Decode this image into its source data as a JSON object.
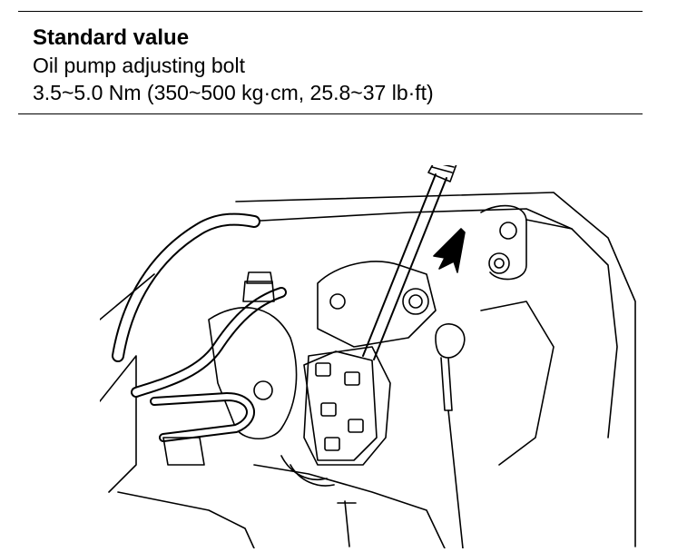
{
  "spec": {
    "heading": "Standard value",
    "item": "Oil pump adjusting bolt",
    "value": "3.5~5.0 Nm (350~500 kg·cm, 25.8~37 lb·ft)"
  },
  "illustration": {
    "icon": "oil-pump-adjustment-diagram",
    "colors": {
      "line": "#000000",
      "fill": "#ffffff"
    }
  }
}
